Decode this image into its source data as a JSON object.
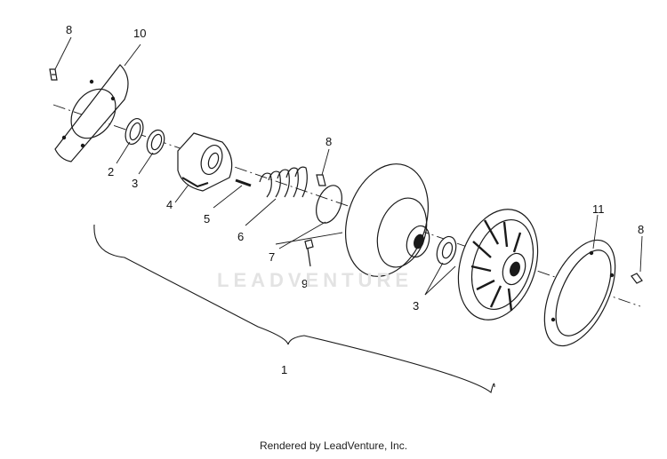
{
  "callouts": {
    "c1": "1",
    "c2": "2",
    "c3a": "3",
    "c3b": "3",
    "c4": "4",
    "c5": "5",
    "c6": "6",
    "c7": "7",
    "c8a": "8",
    "c8b": "8",
    "c8c": "8",
    "c9": "9",
    "c10": "10",
    "c11": "11"
  },
  "watermark": "LEADVENTURE",
  "footer": "Rendered by LeadVenture, Inc."
}
